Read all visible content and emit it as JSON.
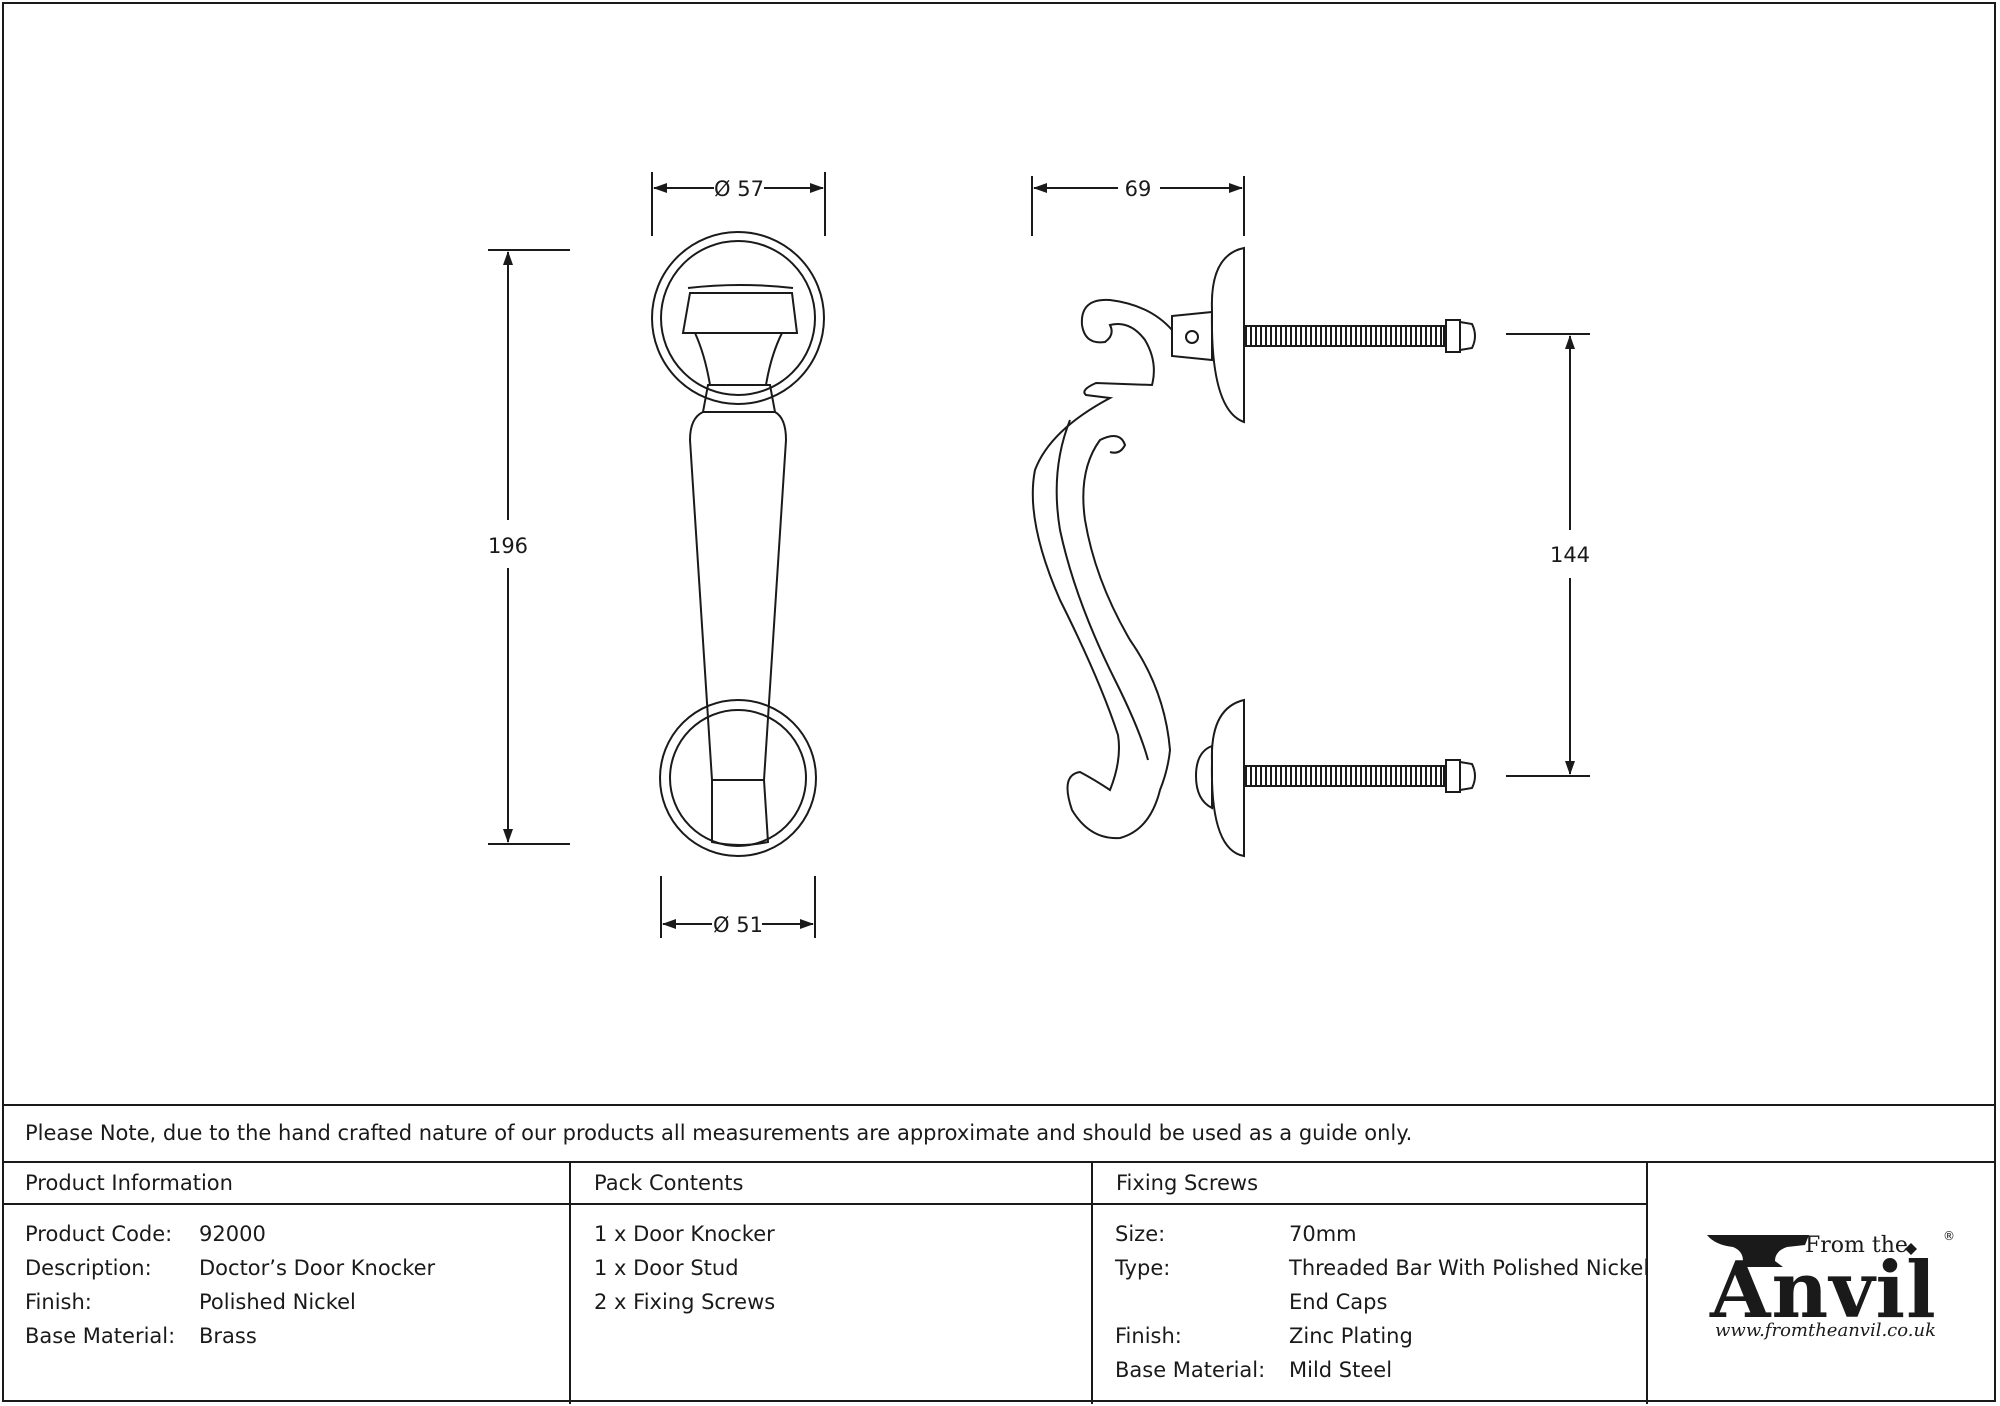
{
  "dimensions": {
    "dia_top": "Ø 57",
    "dia_bottom": "Ø 51",
    "height": "196",
    "depth": "69",
    "centres": "144"
  },
  "note": "Please Note, due to the hand crafted nature of our products all measurements are approximate and should be used as a guide only.",
  "product_info": {
    "title": "Product Information",
    "rows": [
      {
        "key": "Product Code:",
        "value": "92000"
      },
      {
        "key": "Description:",
        "value": "Doctor’s Door Knocker"
      },
      {
        "key": "Finish:",
        "value": "Polished Nickel"
      },
      {
        "key": "Base Material:",
        "value": "Brass"
      }
    ]
  },
  "pack_contents": {
    "title": "Pack Contents",
    "items": [
      "1 x Door Knocker",
      "1 x Door Stud",
      "2 x Fixing Screws"
    ]
  },
  "fixing_screws": {
    "title": "Fixing Screws",
    "rows": [
      {
        "key": "Size:",
        "value": "70mm"
      },
      {
        "key": "Type:",
        "value": "Threaded Bar With Polished Nickel"
      },
      {
        "key": "",
        "value": "End Caps"
      },
      {
        "key": "Finish:",
        "value": "Zinc Plating"
      },
      {
        "key": "Base Material:",
        "value": "Mild Steel"
      }
    ]
  },
  "logo": {
    "from_the": "From the",
    "brand": "Anvil",
    "url": "www.fromtheanvil.co.uk",
    "reg": "®"
  }
}
